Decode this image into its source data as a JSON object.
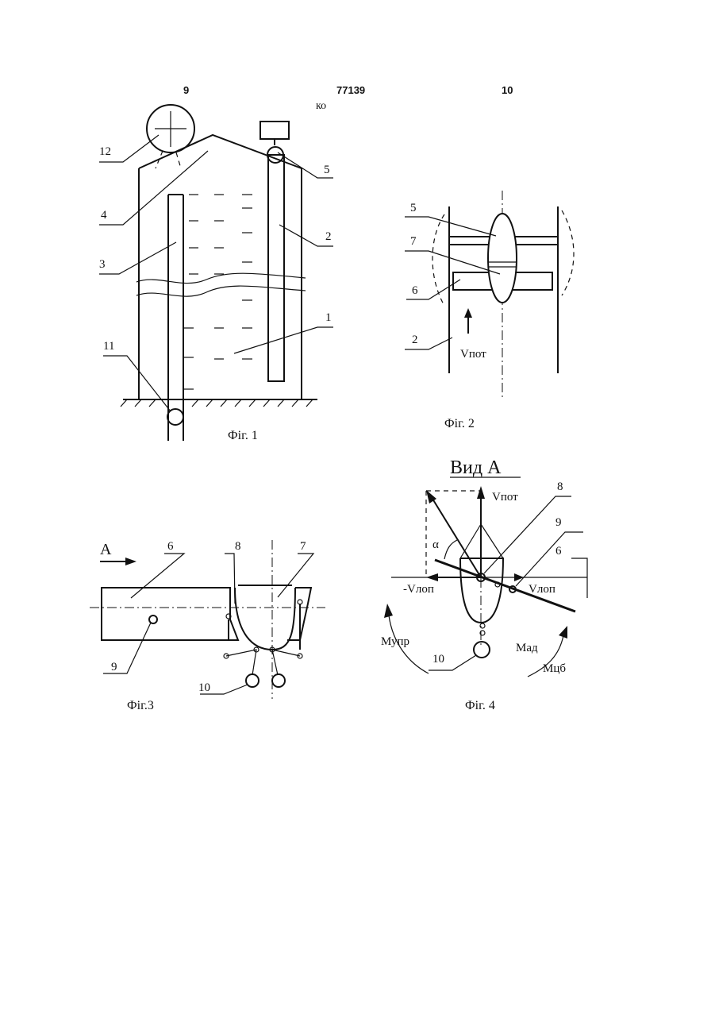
{
  "header": {
    "left_page": "9",
    "patent_number": "77139",
    "right_page": "10",
    "stray_mark": "ко"
  },
  "fig1": {
    "caption": "Фіг. 1",
    "labels": [
      "12",
      "4",
      "3",
      "11",
      "5",
      "2",
      "1"
    ]
  },
  "fig2": {
    "caption": "Фіг. 2",
    "labels": [
      "5",
      "7",
      "6",
      "2"
    ],
    "flow": "Vпот"
  },
  "fig3": {
    "caption": "Фіг.3",
    "arrow_label": "A",
    "labels": [
      "6",
      "8",
      "7",
      "9",
      "10"
    ]
  },
  "fig4": {
    "title": "Вид А",
    "caption": "Фіг. 4",
    "labels": [
      "8",
      "9",
      "6",
      "10"
    ],
    "v_flow": "Vпот",
    "v_blade_neg": "-Vлоп",
    "v_blade": "Vлоп",
    "alpha": "α",
    "m_upr": "Мупр",
    "m_ad": "Мад",
    "m_cb": "Мцб"
  }
}
